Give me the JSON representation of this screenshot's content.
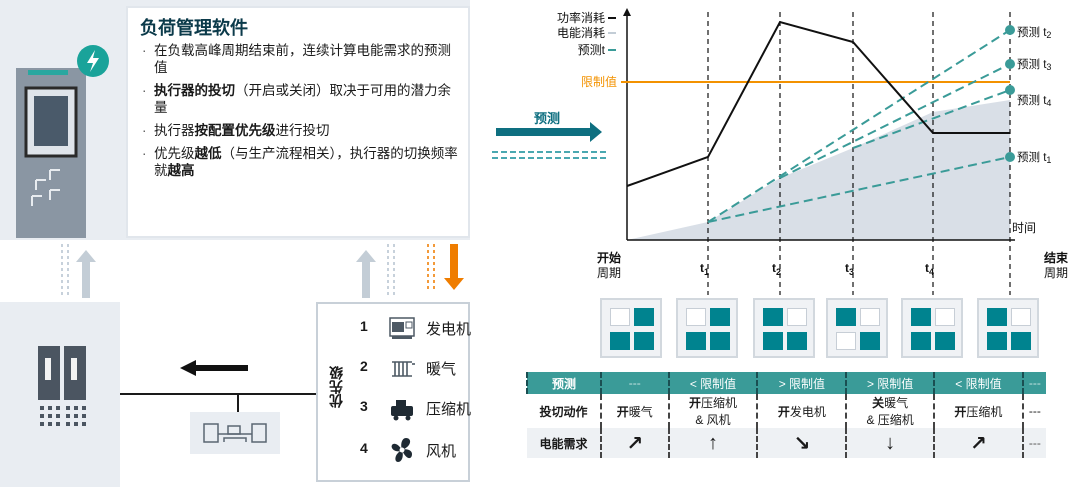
{
  "info": {
    "title": "负荷管理软件",
    "bullets": [
      [
        "在负载高峰周期结束前，连续计算电能需求的预测值"
      ],
      [
        {
          "b": "执行器的投切"
        },
        "（开启或关闭）取决于可用的潜力余量"
      ],
      [
        "执行器",
        {
          "b": "按配置优先级"
        },
        "进行投切"
      ],
      [
        "优先级",
        {
          "b": "越低"
        },
        "（与生产流程相关），执行器的切换频率就",
        {
          "b": "越高"
        }
      ]
    ]
  },
  "forecast_label": "预测",
  "priority": {
    "title": "优先级",
    "items": [
      {
        "num": "1",
        "label": "发电机",
        "icon": "generator-icon"
      },
      {
        "num": "2",
        "label": "暖气",
        "icon": "heater-icon"
      },
      {
        "num": "3",
        "label": "压缩机",
        "icon": "compressor-icon"
      },
      {
        "num": "4",
        "label": "风机",
        "icon": "fan-icon"
      }
    ]
  },
  "chart_data": {
    "type": "line",
    "legend": [
      "功率消耗",
      "电能消耗",
      "预测t"
    ],
    "limit_label": "限制值",
    "x_axis_label": "时间",
    "x_ticks": [
      {
        "main": "开始",
        "sub": "周期"
      },
      {
        "main": "t",
        "sub": "1"
      },
      {
        "main": "t",
        "sub": "2"
      },
      {
        "main": "t",
        "sub": "3"
      },
      {
        "main": "t",
        "sub": "4"
      },
      {
        "main": "结束",
        "sub": "周期"
      }
    ],
    "predictions": [
      {
        "label": "预测 t",
        "sub": "2"
      },
      {
        "label": "预测 t",
        "sub": "3"
      },
      {
        "label": "预测 t",
        "sub": "4"
      },
      {
        "label": "预测 t",
        "sub": "1"
      }
    ],
    "power_consumption": [
      [
        0,
        0.3
      ],
      [
        1,
        0.5
      ],
      [
        2,
        1.15
      ],
      [
        3,
        1.0
      ],
      [
        4,
        0.5
      ],
      [
        5,
        0.5
      ]
    ],
    "limit_value": 0.78
  },
  "actuator_states": [
    [
      0,
      1,
      1,
      1
    ],
    [
      0,
      1,
      1,
      1
    ],
    [
      1,
      0,
      1,
      1
    ],
    [
      1,
      0,
      0,
      1
    ],
    [
      1,
      0,
      1,
      1
    ],
    [
      1,
      0,
      1,
      1
    ]
  ],
  "summary": {
    "rows": [
      {
        "head": "预测",
        "cells": [
          "---",
          "< 限制值",
          "> 限制值",
          "> 限制值",
          "< 限制值",
          "---"
        ]
      },
      {
        "head": "投切动作",
        "cells": [
          [
            {
              "b": "开"
            },
            "暖气"
          ],
          [
            {
              "b": "开"
            },
            "压缩机\n& 风机"
          ],
          [
            {
              "b": "开"
            },
            "发电机"
          ],
          [
            {
              "b": "关"
            },
            "暖气\n& 压缩机"
          ],
          [
            {
              "b": "开"
            },
            "压缩机"
          ],
          [
            "---"
          ]
        ]
      },
      {
        "head": "电能需求",
        "cells": [
          "↗",
          "↑",
          "↘",
          "↓",
          "↗",
          "---"
        ]
      }
    ]
  }
}
